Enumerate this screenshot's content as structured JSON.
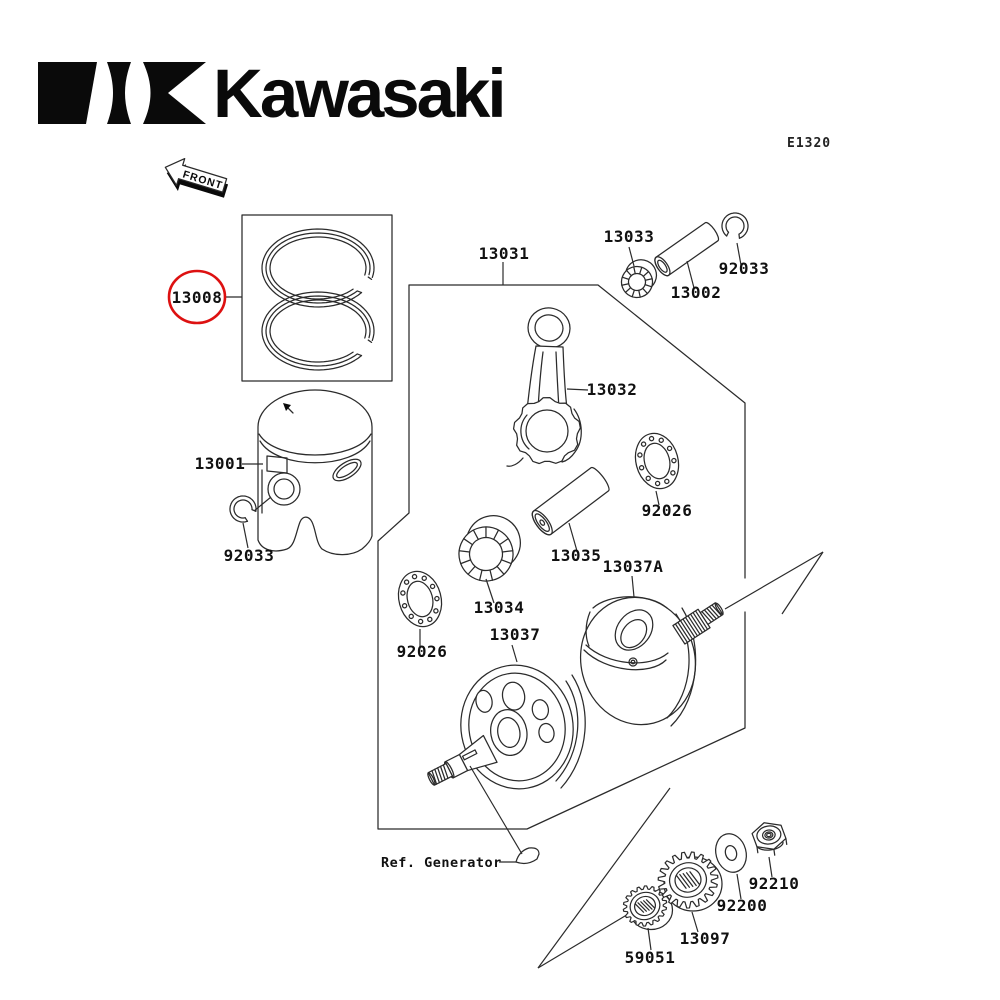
{
  "brand": {
    "name": "Kawasaki"
  },
  "page_code": "E1320",
  "front_arrow": "FRONT",
  "ref_note": "Ref. Generator",
  "highlight": {
    "part": "13008",
    "color": "#dd1111"
  },
  "labels": {
    "ring_set": "13008",
    "crankshaft_assembly": "13031",
    "piston": "13001",
    "small_end_bearing": "13033",
    "piston_pin": "13002",
    "snap_ring_top": "92033",
    "snap_ring_left": "92033",
    "connecting_rod": "13032",
    "thrust_washer_right": "92026",
    "thrust_washer_left": "92026",
    "crank_pin": "13035",
    "big_end_bearing": "13034",
    "flywheel_left": "13037",
    "flywheel_right": "13037A",
    "spline_collar": "59051",
    "primary_gear": "13097",
    "plain_washer": "92200",
    "nut": "92210"
  }
}
